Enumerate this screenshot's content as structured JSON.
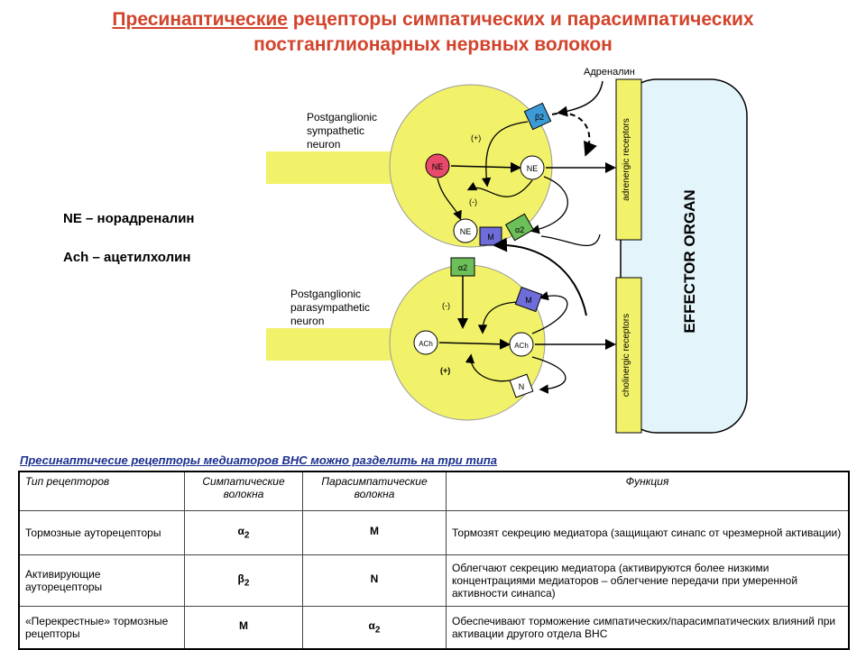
{
  "title": {
    "line1_underlined": "Пресинаптические",
    "line1_rest": " рецепторы симпатических и парасимпатических",
    "line2": "постганглионарных нервных волокон"
  },
  "legend": {
    "ne": "NE – норадреналин",
    "ach": "Ach – ацетилхолин"
  },
  "diagram": {
    "adrenalin": "Адреналин",
    "symp_neuron": [
      "Postganglionic",
      "sympathetic",
      "neuron"
    ],
    "para_neuron": [
      "Postganglionic",
      "parasympathetic",
      "neuron"
    ],
    "effector": "EFFECTOR ORGAN",
    "adrenergic": "adrenergic receptors",
    "cholinergic": "cholinergic receptors",
    "ne": "NE",
    "ach": "ACh",
    "m": "M",
    "n": "N",
    "a2": "α2",
    "b2": "β2",
    "plus": "(+)",
    "minus": "(-)",
    "plus_bold": "(+)"
  },
  "subtitle": "Пресинаптичесие рецепторы медиаторов ВНС  можно разделить на три типа",
  "table": {
    "headers": [
      "Тип рецепторов",
      "Симпатические волокна",
      "Парасимпатические волокна",
      "Функция"
    ],
    "rows": [
      {
        "type": "Тормозные ауторецепторы",
        "symp": "α",
        "symp_sub": "2",
        "para": "M",
        "para_sub": "",
        "func": "Тормозят секрецию медиатора (защищают синапс от чрезмерной активации)"
      },
      {
        "type": "Активирующие ауторецепторы",
        "symp": "β",
        "symp_sub": "2",
        "para": "N",
        "para_sub": "",
        "func": "Облегчают секрецию медиатора (активируются более низкими концентрациями медиаторов – облегчение передачи при умеренной активности синапса)"
      },
      {
        "type": "«Перекрестные» тормозные рецепторы",
        "symp": "M",
        "symp_sub": "",
        "para": "α",
        "para_sub": "2",
        "func": "Обеспечивают торможение симпатических/парасимпатических влияний при активации другого отдела ВНС"
      }
    ]
  },
  "colors": {
    "title": "#d2432b",
    "neuron": "#f2f26a",
    "ne_red": "#e84a6b",
    "receptor_blue": "#3c9ad6",
    "receptor_green": "#6dbf5a",
    "receptor_purple": "#6e6cd8",
    "subtitle": "#1b2f8f"
  }
}
